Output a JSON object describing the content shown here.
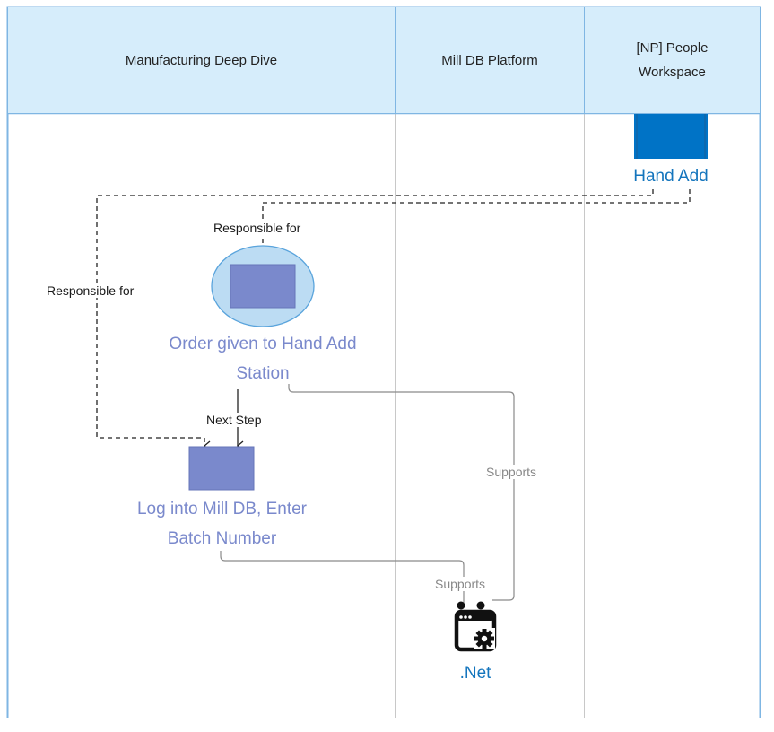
{
  "lanes": [
    {
      "title": "Manufacturing Deep Dive"
    },
    {
      "title": "Mill DB Platform"
    },
    {
      "title": "[NP] People Workspace"
    }
  ],
  "nodes": {
    "hand_add": {
      "label": "Hand Add"
    },
    "order": {
      "label": "Order given to Hand Add Station"
    },
    "log_into": {
      "label": "Log into Mill DB, Enter Batch Number"
    },
    "dotnet": {
      "label": ".Net"
    }
  },
  "connectors": {
    "responsible_for_top": "Responsible for",
    "responsible_for_left": "Responsible for",
    "next_step": "Next Step",
    "supports_order": "Supports",
    "supports_log": "Supports"
  },
  "colors": {
    "lane_header_bg": "#d6edfb",
    "lane_border": "#7fb6e3",
    "lane_divider": "#c8c8c8",
    "hand_add_box": "#0073c6",
    "hand_add_text": "#1475bd",
    "process_box": "#7a89cc",
    "process_text": "#7a89cc",
    "ellipse_fill": "#bcdcf3",
    "ellipse_stroke": "#5aa4dc",
    "dotnet_text": "#1475bd",
    "dotnet_icon": "#111111"
  },
  "icons": {
    "dotnet": "app-gear-icon"
  }
}
